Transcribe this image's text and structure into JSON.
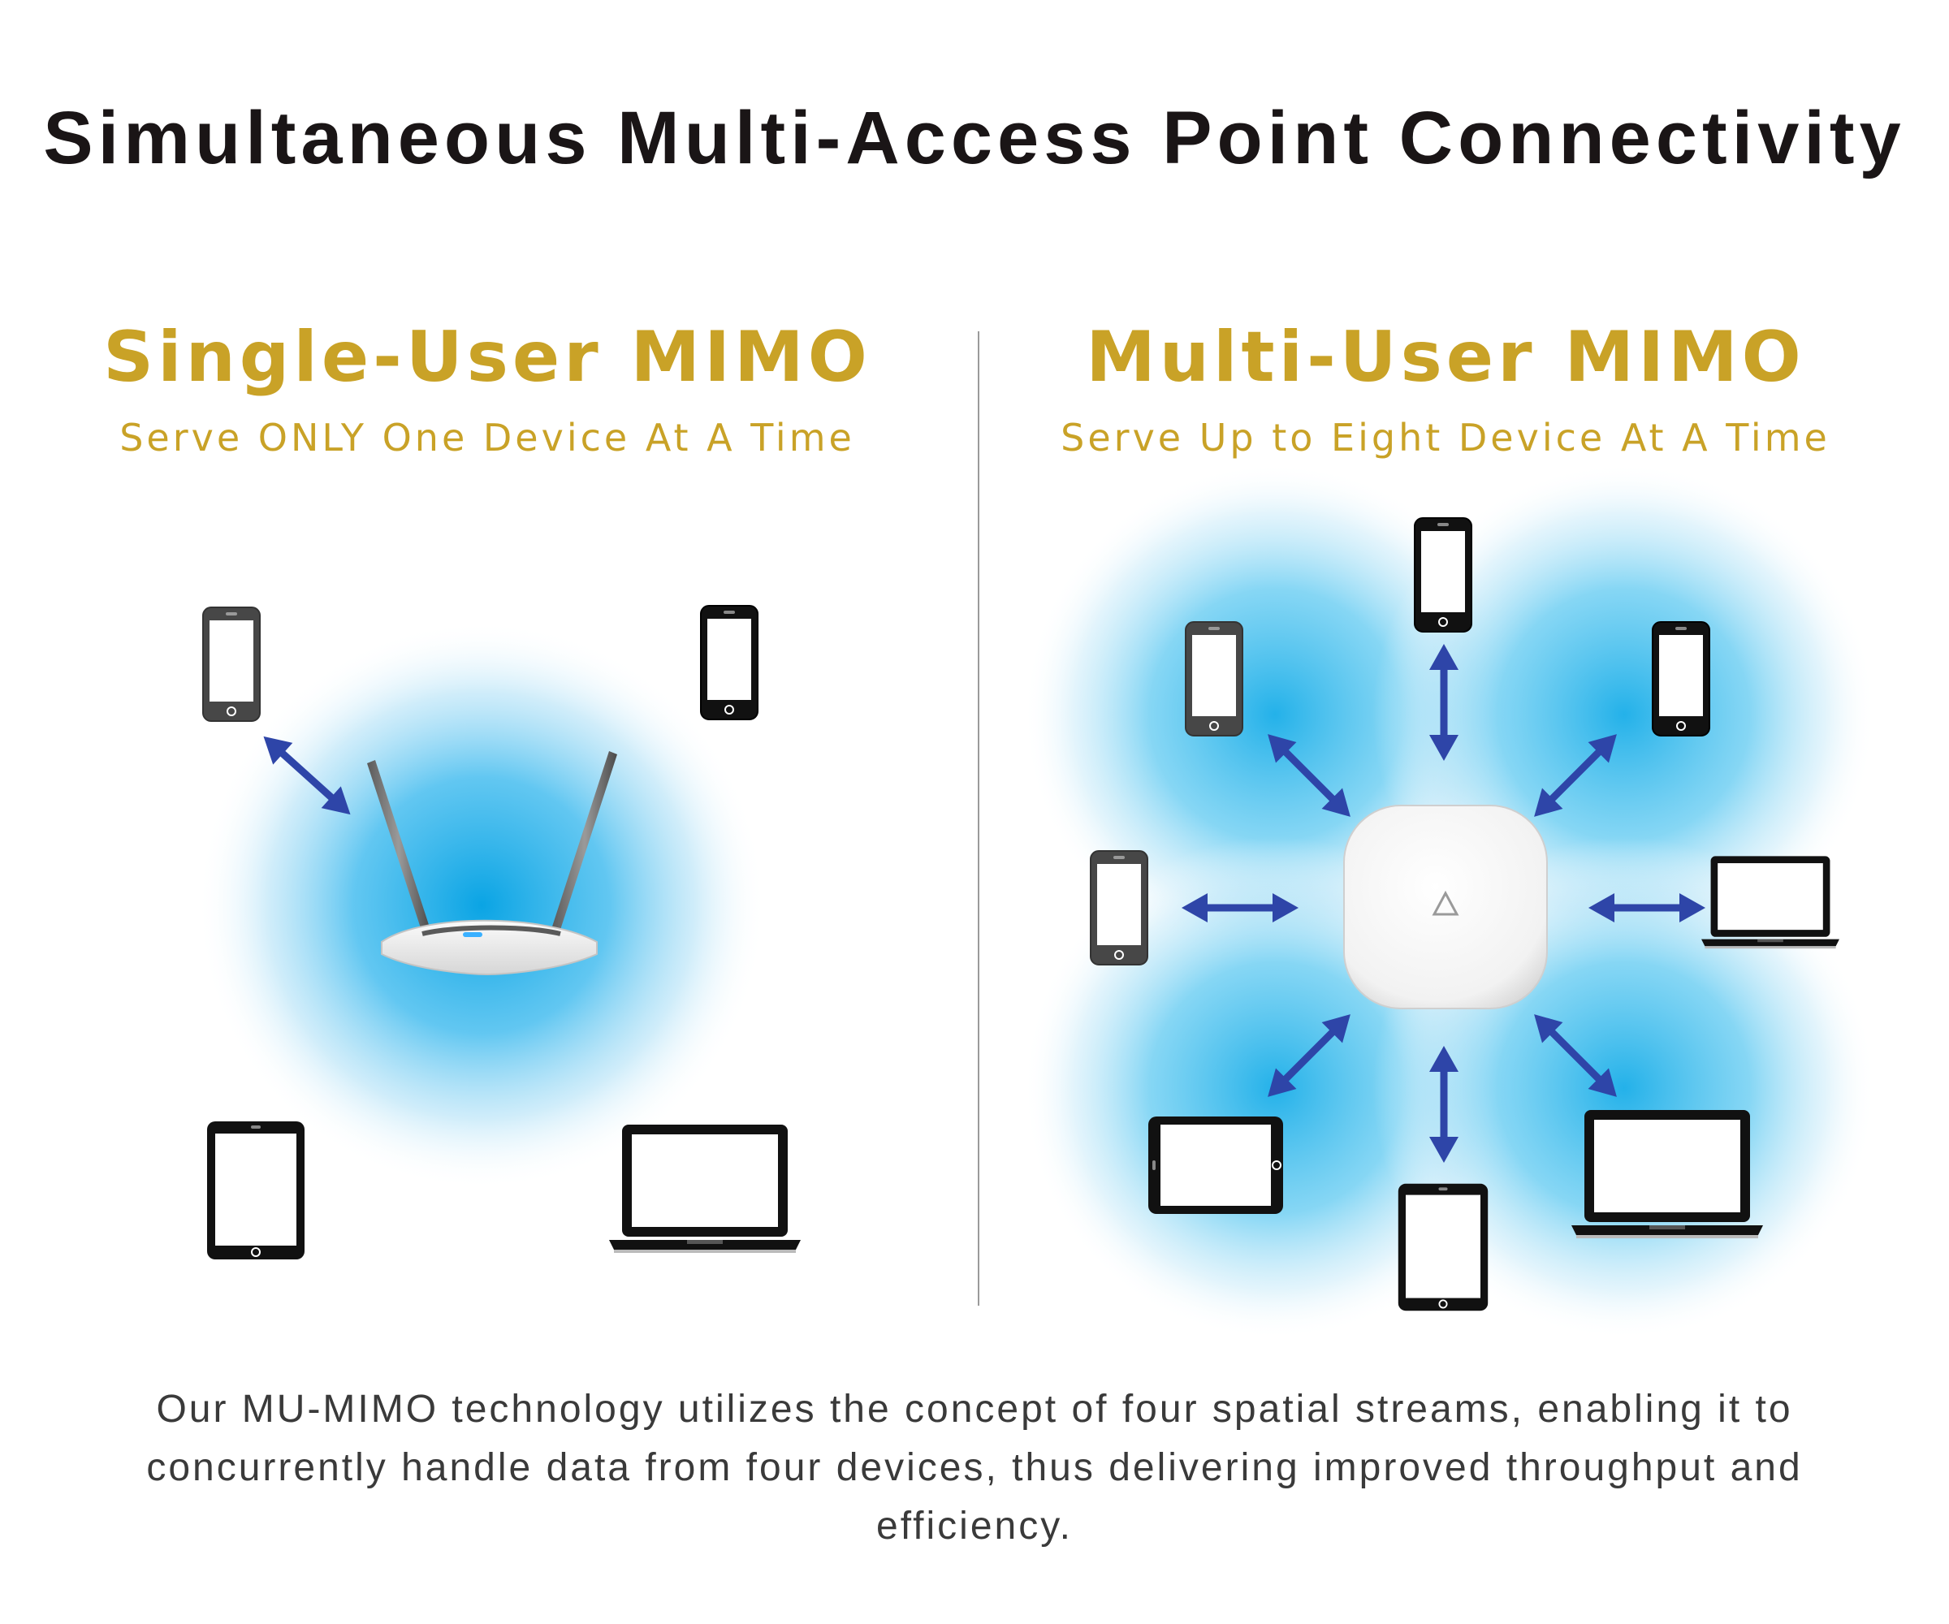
{
  "title": "Simultaneous Multi-Access Point Connectivity",
  "single_user": {
    "title": "Single-User MIMO",
    "subtitle": "Serve ONLY One Device At A Time"
  },
  "multi_user": {
    "title": "Multi-User MIMO",
    "subtitle": "Serve Up to Eight Device At A Time"
  },
  "caption": "Our MU-MIMO technology utilizes the concept of four spatial streams, enabling it to concurrently handle data from four devices, thus delivering improved throughput and efficiency.",
  "colors": {
    "accent_gold": "#c9a227",
    "arrow_blue": "#2e45a8",
    "signal_blue": "#5cc8f0"
  }
}
